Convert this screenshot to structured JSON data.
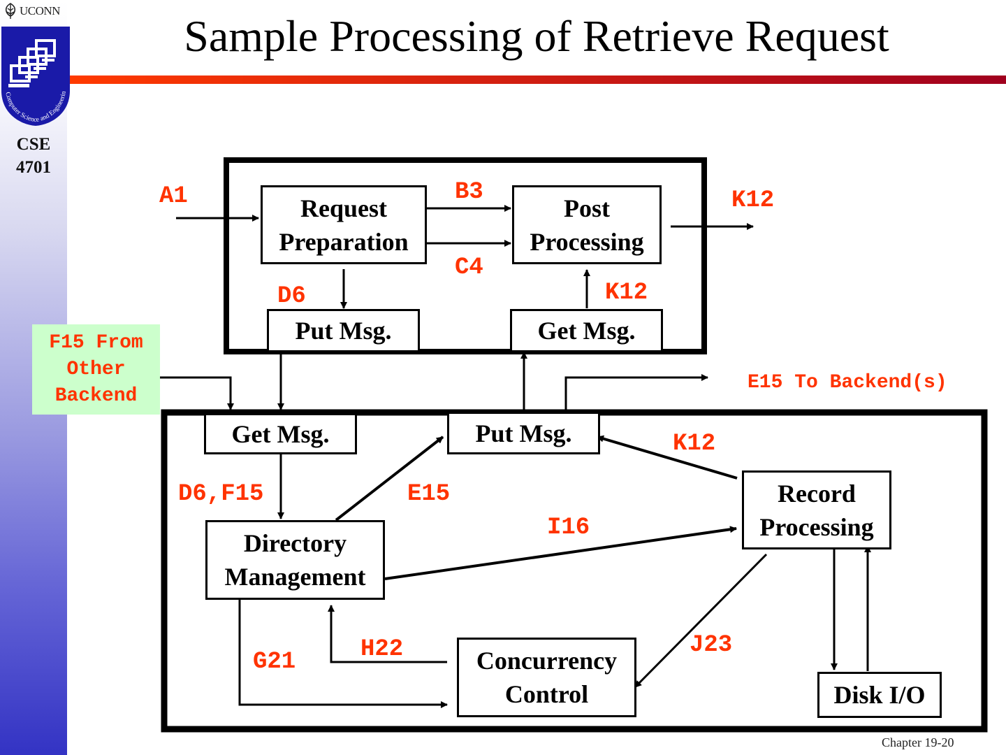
{
  "slide": {
    "title": "Sample Processing of Retrieve Request",
    "footer": "Chapter 19-20",
    "accent_bar_colors": [
      "#ff3a00",
      "#a0001e"
    ]
  },
  "sidebar": {
    "university": "UCONN",
    "shield_text": "Computer Science and Engineering",
    "course_line1": "CSE",
    "course_line2": "4701"
  },
  "diagram": {
    "frontend": {
      "request_preparation": [
        "Request",
        "Preparation"
      ],
      "post_processing": [
        "Post",
        "Processing"
      ],
      "put_msg": "Put Msg.",
      "get_msg": "Get Msg."
    },
    "backend": {
      "get_msg": "Get Msg.",
      "put_msg": "Put Msg.",
      "directory_management": [
        "Directory",
        "Management"
      ],
      "record_processing": [
        "Record",
        "Processing"
      ],
      "concurrency_control": [
        "Concurrency",
        "Control"
      ],
      "disk_io": "Disk I/O"
    },
    "external_source": [
      "F15 From",
      "Other",
      "Backend"
    ],
    "labels": {
      "a1": "A1",
      "b3": "B3",
      "c4": "C4",
      "d6": "D6",
      "k12_out": "K12",
      "k12_up": "K12",
      "k12_back": "K12",
      "e15_to_backends": "E15 To Backend(s)",
      "d6_f15": "D6,F15",
      "e15": "E15",
      "i16": "I16",
      "j23": "J23",
      "h22": "H22",
      "g21": "G21"
    },
    "colors": {
      "label": "#ff3300",
      "external_bg": "#ccffcc"
    }
  }
}
